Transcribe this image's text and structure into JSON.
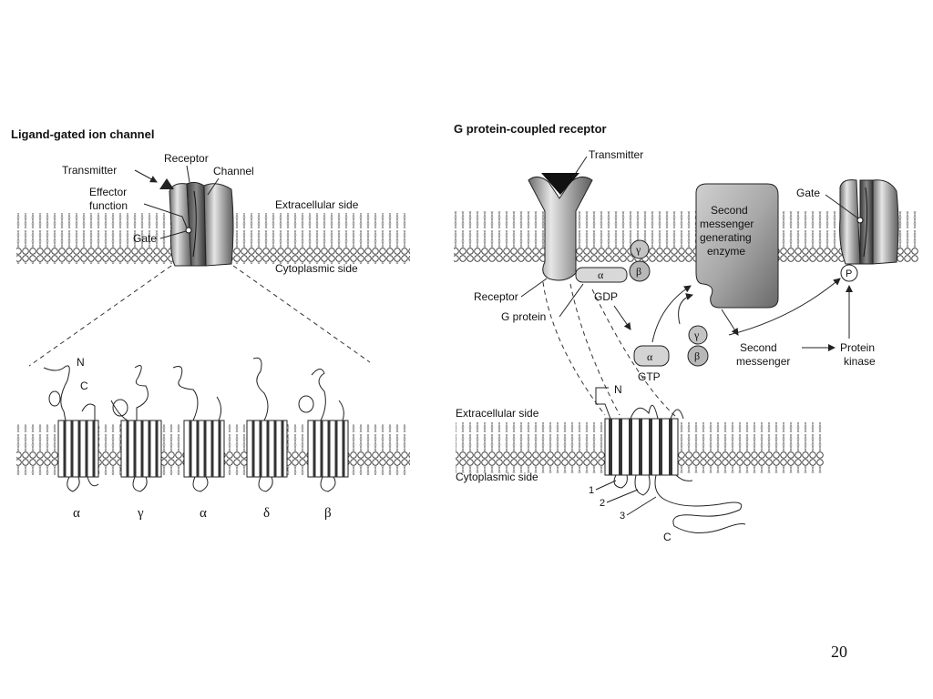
{
  "left_panel": {
    "title": "Ligand-gated ion channel",
    "labels": {
      "receptor": "Receptor",
      "transmitter": "Transmitter",
      "channel": "Channel",
      "effector_line1": "Effector",
      "effector_line2": "function",
      "gate": "Gate",
      "extracellular": "Extracellular side",
      "cytoplasmic": "Cytoplasmic side",
      "n_terminus": "N",
      "c_terminus": "C"
    },
    "subunits": [
      "α",
      "γ",
      "α",
      "δ",
      "β"
    ]
  },
  "right_panel": {
    "title": "G protein-coupled receptor",
    "labels": {
      "transmitter": "Transmitter",
      "gate": "Gate",
      "enzyme_line1": "Second",
      "enzyme_line2": "messenger",
      "enzyme_line3": "generating",
      "enzyme_line4": "enzyme",
      "receptor": "Receptor",
      "gdp": "GDP",
      "g_protein": "G protein",
      "gtp": "GTP",
      "second_messenger_line1": "Second",
      "second_messenger_line2": "messenger",
      "protein_kinase_line1": "Protein",
      "protein_kinase_line2": "kinase",
      "phosphate": "P",
      "extracellular": "Extracellular side",
      "cytoplasmic": "Cytoplasmic side",
      "n_terminus": "N",
      "c_terminus": "C",
      "loop1": "1",
      "loop2": "2",
      "loop3": "3"
    },
    "g_subunits": {
      "alpha": "α",
      "beta": "β",
      "gamma": "γ"
    }
  },
  "page_number": "20"
}
